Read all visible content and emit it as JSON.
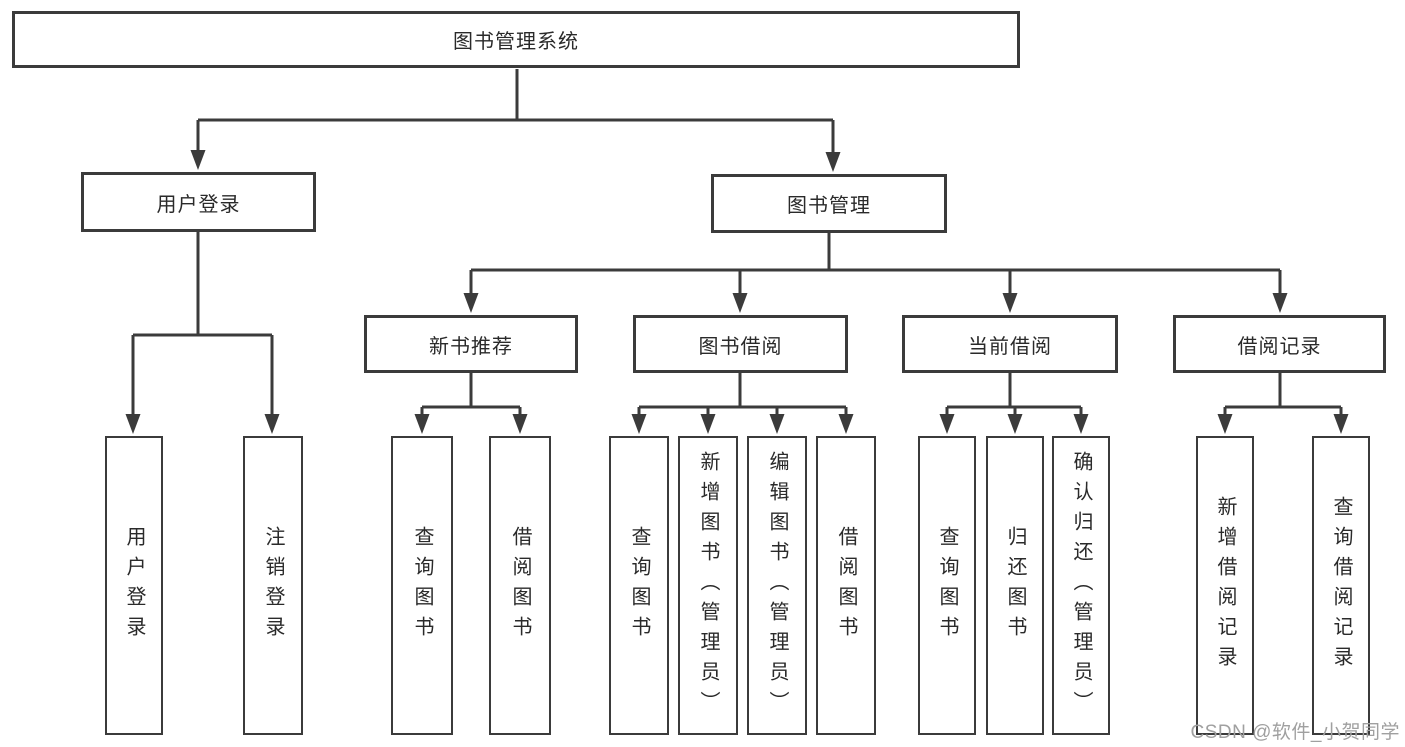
{
  "diagram": {
    "root": {
      "label": "图书管理系统"
    },
    "branches": [
      {
        "label": "用户登录",
        "children": [
          {
            "label": "用户登录"
          },
          {
            "label": "注销登录"
          }
        ]
      },
      {
        "label": "图书管理",
        "children": [
          {
            "label": "新书推荐",
            "children": [
              {
                "label": "查询图书"
              },
              {
                "label": "借阅图书"
              }
            ]
          },
          {
            "label": "图书借阅",
            "children": [
              {
                "label": "查询图书"
              },
              {
                "label": "新增图书（管理员）"
              },
              {
                "label": "编辑图书（管理员）"
              },
              {
                "label": "借阅图书"
              }
            ]
          },
          {
            "label": "当前借阅",
            "children": [
              {
                "label": "查询图书"
              },
              {
                "label": "归还图书"
              },
              {
                "label": "确认归还（管理员）"
              }
            ]
          },
          {
            "label": "借阅记录",
            "children": [
              {
                "label": "新增借阅记录"
              },
              {
                "label": "查询借阅记录"
              }
            ]
          }
        ]
      }
    ],
    "colors": {
      "line": "#3b3b3b",
      "box_fill": "#ffffff",
      "text": "#2a2a2a",
      "watermark": "#a0a0a0"
    }
  },
  "watermark": {
    "text": "CSDN @软件_小贺同学"
  }
}
